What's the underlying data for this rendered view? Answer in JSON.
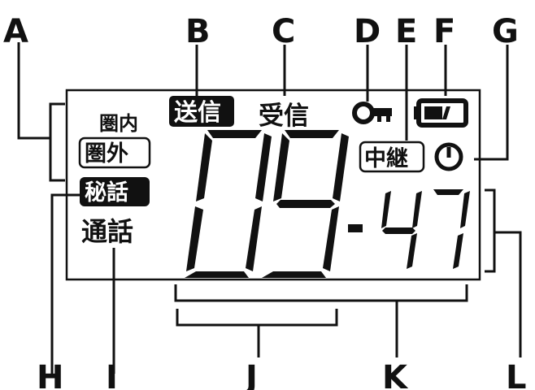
{
  "labels": {
    "A": "A",
    "B": "B",
    "C": "C",
    "D": "D",
    "E": "E",
    "F": "F",
    "G": "G",
    "H": "H",
    "I": "I",
    "J": "J",
    "K": "K",
    "L": "L"
  },
  "display": {
    "in_range": "圏内",
    "out_of_range": "圏外",
    "transmit": "送信",
    "receive": "受信",
    "relay": "中継",
    "secret_call": "秘話",
    "call": "通話",
    "channel": "09",
    "separator": "-",
    "code": "47"
  }
}
